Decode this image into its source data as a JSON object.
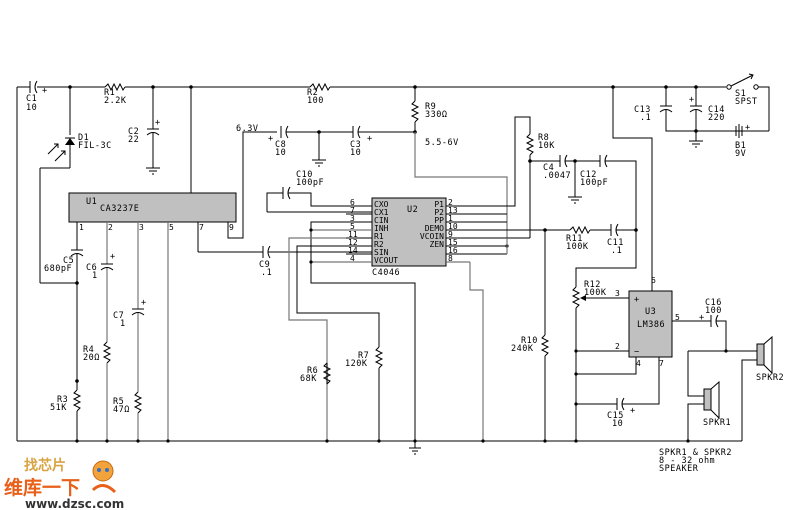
{
  "title": "Light-beam receiver schematic with CA3237E, C4046 PLL and LM386 amplifier",
  "ics": {
    "u1": {
      "ref": "U1",
      "part": "CA3237E",
      "pins": [
        "1",
        "2",
        "3",
        "5",
        "7",
        "9"
      ]
    },
    "u2": {
      "ref": "U2",
      "part": "C4046",
      "left_pins": [
        {
          "num": "6",
          "name": "CXO"
        },
        {
          "num": "7",
          "name": "CX1"
        },
        {
          "num": "3",
          "name": "CIN"
        },
        {
          "num": "5",
          "name": "INH"
        },
        {
          "num": "11",
          "name": "R1"
        },
        {
          "num": "12",
          "name": "R2"
        },
        {
          "num": "14",
          "name": "SIN"
        },
        {
          "num": "4",
          "name": "VCOUT"
        }
      ],
      "right_pins": [
        {
          "num": "2",
          "name": "P1"
        },
        {
          "num": "13",
          "name": "P2"
        },
        {
          "num": "1",
          "name": "PP"
        },
        {
          "num": "10",
          "name": "DEMO"
        },
        {
          "num": "9",
          "name": "VCOIN"
        },
        {
          "num": "15",
          "name": "ZEN"
        },
        {
          "num": "16",
          "name": ""
        },
        {
          "num": "8",
          "name": ""
        }
      ]
    },
    "u3": {
      "ref": "U3",
      "part": "LM386",
      "pins": {
        "in_plus": "3",
        "in_minus": "2",
        "vs": "6",
        "out": "5",
        "gnd": "4",
        "bypass": "7"
      },
      "plus_sign": "+",
      "minus_sign": "−"
    }
  },
  "components": {
    "c1": {
      "ref": "C1",
      "value": "10"
    },
    "r1": {
      "ref": "R1",
      "value": "2.2K"
    },
    "c2": {
      "ref": "C2",
      "value": "22"
    },
    "d1": {
      "ref": "D1",
      "value": "FIL-3C"
    },
    "r2": {
      "ref": "R2",
      "value": "100"
    },
    "r9": {
      "ref": "R9",
      "value": "330Ω"
    },
    "c8": {
      "ref": "C8",
      "value": "10"
    },
    "c3": {
      "ref": "C3",
      "value": "10"
    },
    "c10": {
      "ref": "C10",
      "value": "100pF"
    },
    "r8": {
      "ref": "R8",
      "value": "10K"
    },
    "c4": {
      "ref": "C4",
      "value": ".0047"
    },
    "c12": {
      "ref": "C12",
      "value": "100pF"
    },
    "c13": {
      "ref": "C13",
      "value": ".1"
    },
    "c14": {
      "ref": "C14",
      "value": "220"
    },
    "s1": {
      "ref": "S1",
      "value": "SPST"
    },
    "b1": {
      "ref": "B1",
      "value": "9V"
    },
    "c5": {
      "ref": "C5",
      "value": "680pF"
    },
    "c6": {
      "ref": "C6",
      "value": "1"
    },
    "c7": {
      "ref": "C7",
      "value": "1"
    },
    "r4": {
      "ref": "R4",
      "value": "20Ω"
    },
    "r3": {
      "ref": "R3",
      "value": "51K"
    },
    "r5": {
      "ref": "R5",
      "value": "47Ω"
    },
    "c9": {
      "ref": "C9",
      "value": ".1"
    },
    "r6": {
      "ref": "R6",
      "value": "68K"
    },
    "r7": {
      "ref": "R7",
      "value": "120K"
    },
    "r11": {
      "ref": "R11",
      "value": "100K"
    },
    "c11": {
      "ref": "C11",
      "value": ".1"
    },
    "r10": {
      "ref": "R10",
      "value": "240K"
    },
    "r12": {
      "ref": "R12",
      "value": "100K"
    },
    "c15": {
      "ref": "C15",
      "value": "10"
    },
    "c16": {
      "ref": "C16",
      "value": "100"
    },
    "spkr1": {
      "ref": "SPKR1"
    },
    "spkr2": {
      "ref": "SPKR2"
    }
  },
  "voltage_labels": {
    "v63": "6.3V",
    "v556": "5.5-6V"
  },
  "polarity": "+",
  "notes": [
    "SPKR1 & SPKR2",
    "8 - 32 ohm",
    "SPEAKER"
  ],
  "watermark": {
    "top": "找芯片",
    "main": "维库一下",
    "url": "www.dzsc.com"
  }
}
